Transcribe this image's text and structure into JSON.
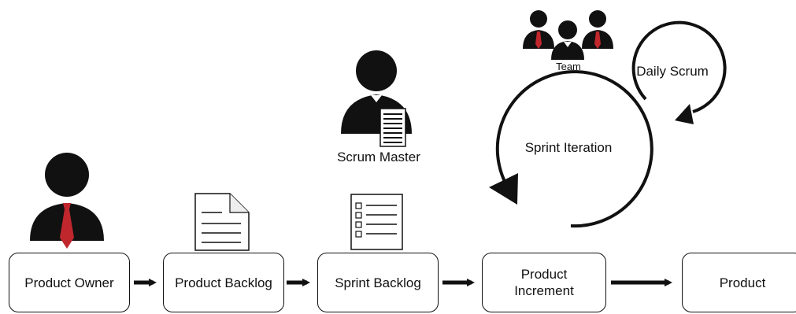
{
  "roles": {
    "scrum_master": "Scrum Master",
    "team": "Team"
  },
  "cycles": {
    "sprint_iteration": "Sprint Iteration",
    "daily_scrum": "Daily Scrum"
  },
  "flow": [
    {
      "label": "Product Owner"
    },
    {
      "label": "Product Backlog"
    },
    {
      "label": "Sprint Backlog"
    },
    {
      "label": "Product\nIncrement"
    },
    {
      "label": "Product"
    }
  ],
  "colors": {
    "ink": "#111111",
    "tie": "#c0272d",
    "paper": "#ffffff"
  },
  "icons": [
    "person-icon",
    "red-tie-icon",
    "document-icon",
    "checklist-icon",
    "team-icon",
    "cycle-arrow-icon",
    "arrow-right-icon"
  ]
}
